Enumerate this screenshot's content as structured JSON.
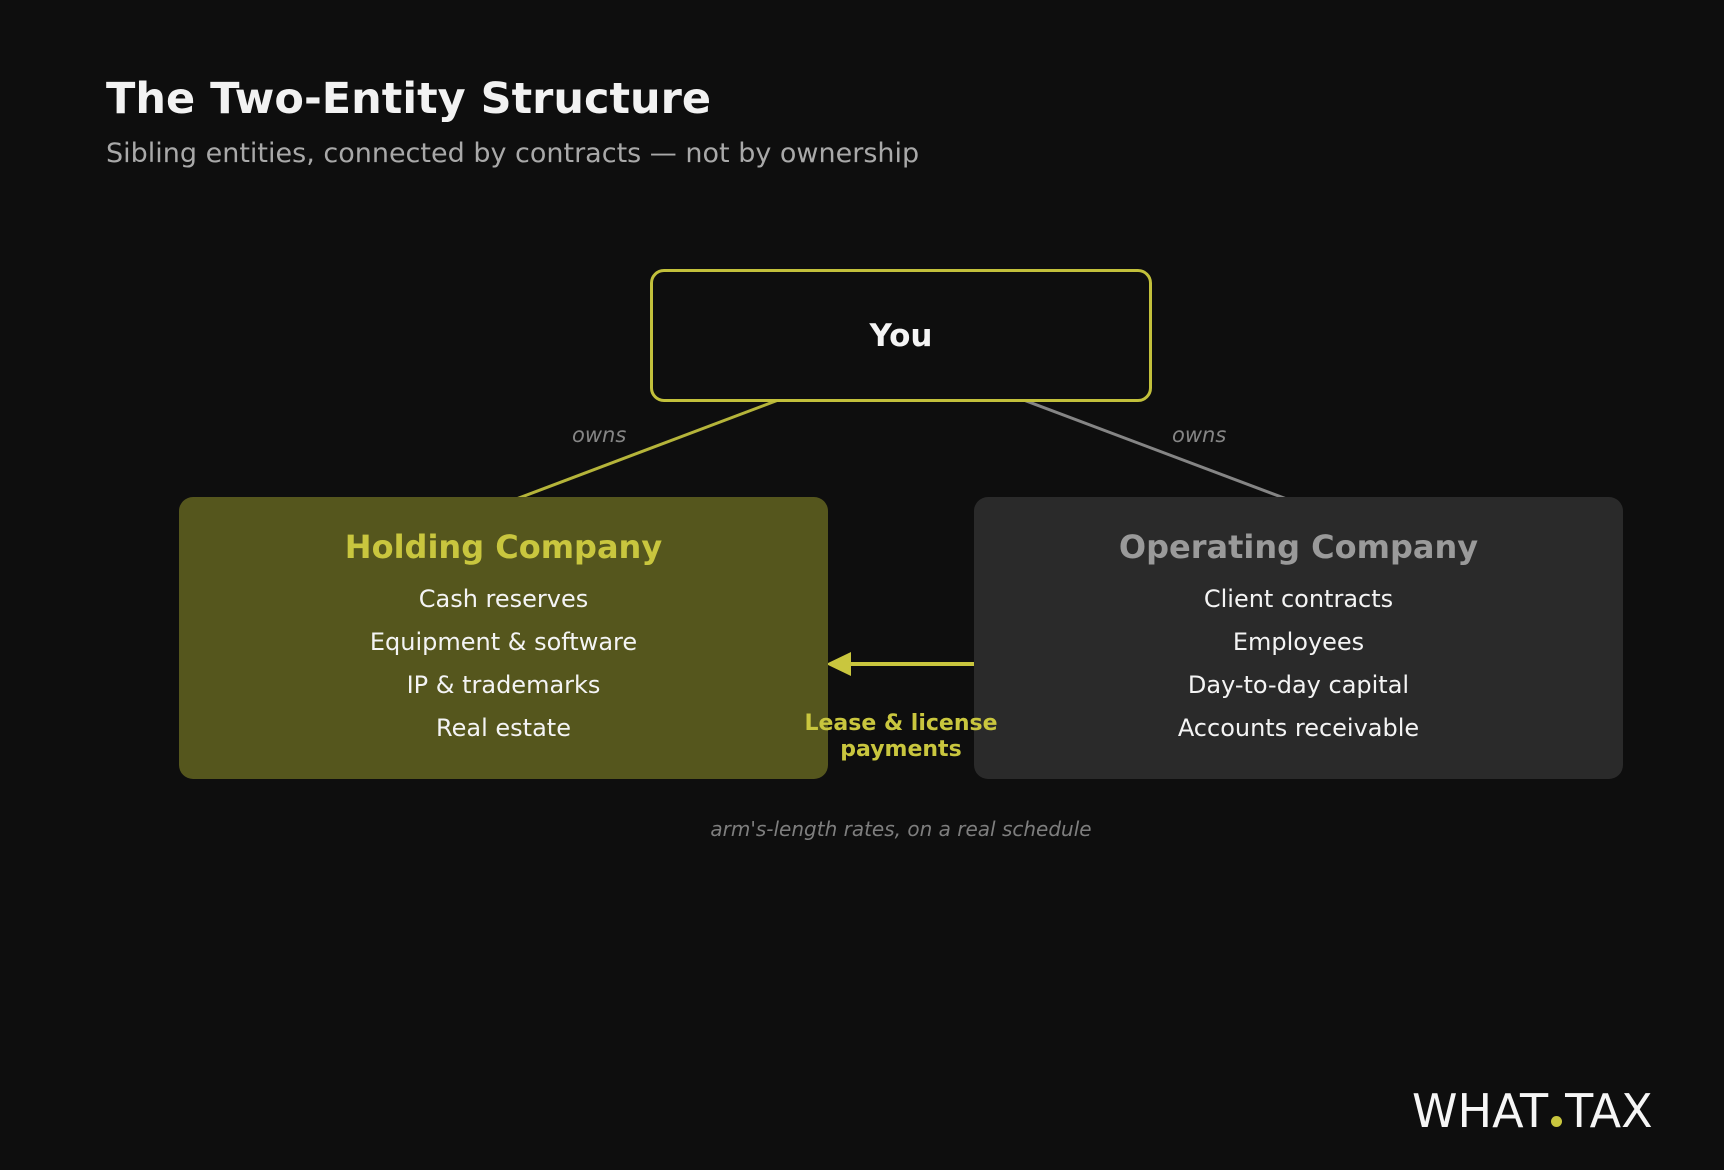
{
  "header": {
    "title": "The Two-Entity Structure",
    "subtitle": "Sibling entities, connected by contracts — not by ownership"
  },
  "owner": {
    "label": "You"
  },
  "edges": {
    "left_label": "owns",
    "right_label": "owns",
    "payment_label_line1": "Lease & license",
    "payment_label_line2": "payments",
    "footnote": "arm's-length rates, on a real schedule"
  },
  "holding_company": {
    "title": "Holding Company",
    "items": [
      "Cash reserves",
      "Equipment & software",
      "IP & trademarks",
      "Real estate"
    ]
  },
  "operating_company": {
    "title": "Operating Company",
    "items": [
      "Client contracts",
      "Employees",
      "Day-to-day capital",
      "Accounts receivable"
    ]
  },
  "brand": {
    "left": "WHAT",
    "right": "TAX"
  },
  "colors": {
    "background": "#0e0e0e",
    "accent": "#c9c63e",
    "holding_fill": "#55561d",
    "operating_fill": "#2a2a2a",
    "muted_line": "#858585"
  }
}
